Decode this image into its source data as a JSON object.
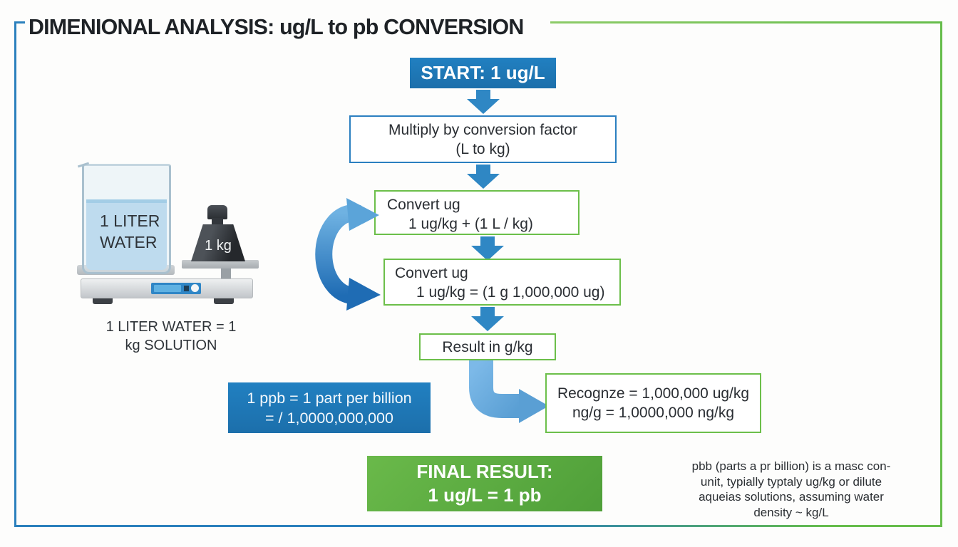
{
  "title": "DIMENIONAL ANALYSIS: ug/L to pb CONVERSION",
  "flow": {
    "start": "START: 1 ug/L",
    "multiply_line1": "Multiply by conversion factor",
    "multiply_line2": "(L to kg)",
    "convert1_line1": "Convert ug",
    "convert1_line2": "1 ug/kg + (1 L / kg)",
    "convert2_line1": "Convert ug",
    "convert2_line2": "1 ug/kg = (1 g 1,000,000 ug)",
    "result": "Result in g/kg",
    "recognize_line1": "Recognze = 1,000,000 ug/kg",
    "recognize_line2": "ng/g = 1,0000,000 ng/kg",
    "ppb_line1": "1 ppb = 1 part per billion",
    "ppb_line2": "= / 1,0000,000,000",
    "final_line1": "FINAL RESULT:",
    "final_line2": "1 ug/L = 1 pb"
  },
  "illustration": {
    "beaker_label_line1": "1 LITER",
    "beaker_label_line2": "WATER",
    "weight_label": "1 kg",
    "caption_line1": "1 LITER WATER = 1",
    "caption_line2": "kg SOLUTION"
  },
  "note": {
    "line1": "pbb (parts a pr billion) is a masc con-",
    "line2": "unit, typially typtaly ug/kg or dilute",
    "line3": "aqueias solutions, assuming water",
    "line4": "density ~ kg/L"
  },
  "colors": {
    "blue_fill": "#1f78b7",
    "blue_border": "#2b7fc0",
    "green_border": "#6cbf4a",
    "green_fill": "#5fb244",
    "arrow_blue": "#2f87c4",
    "arrow_light_blue": "#6fb2e2",
    "frame_blue": "#2b80bd",
    "frame_green": "#66bd4b"
  }
}
